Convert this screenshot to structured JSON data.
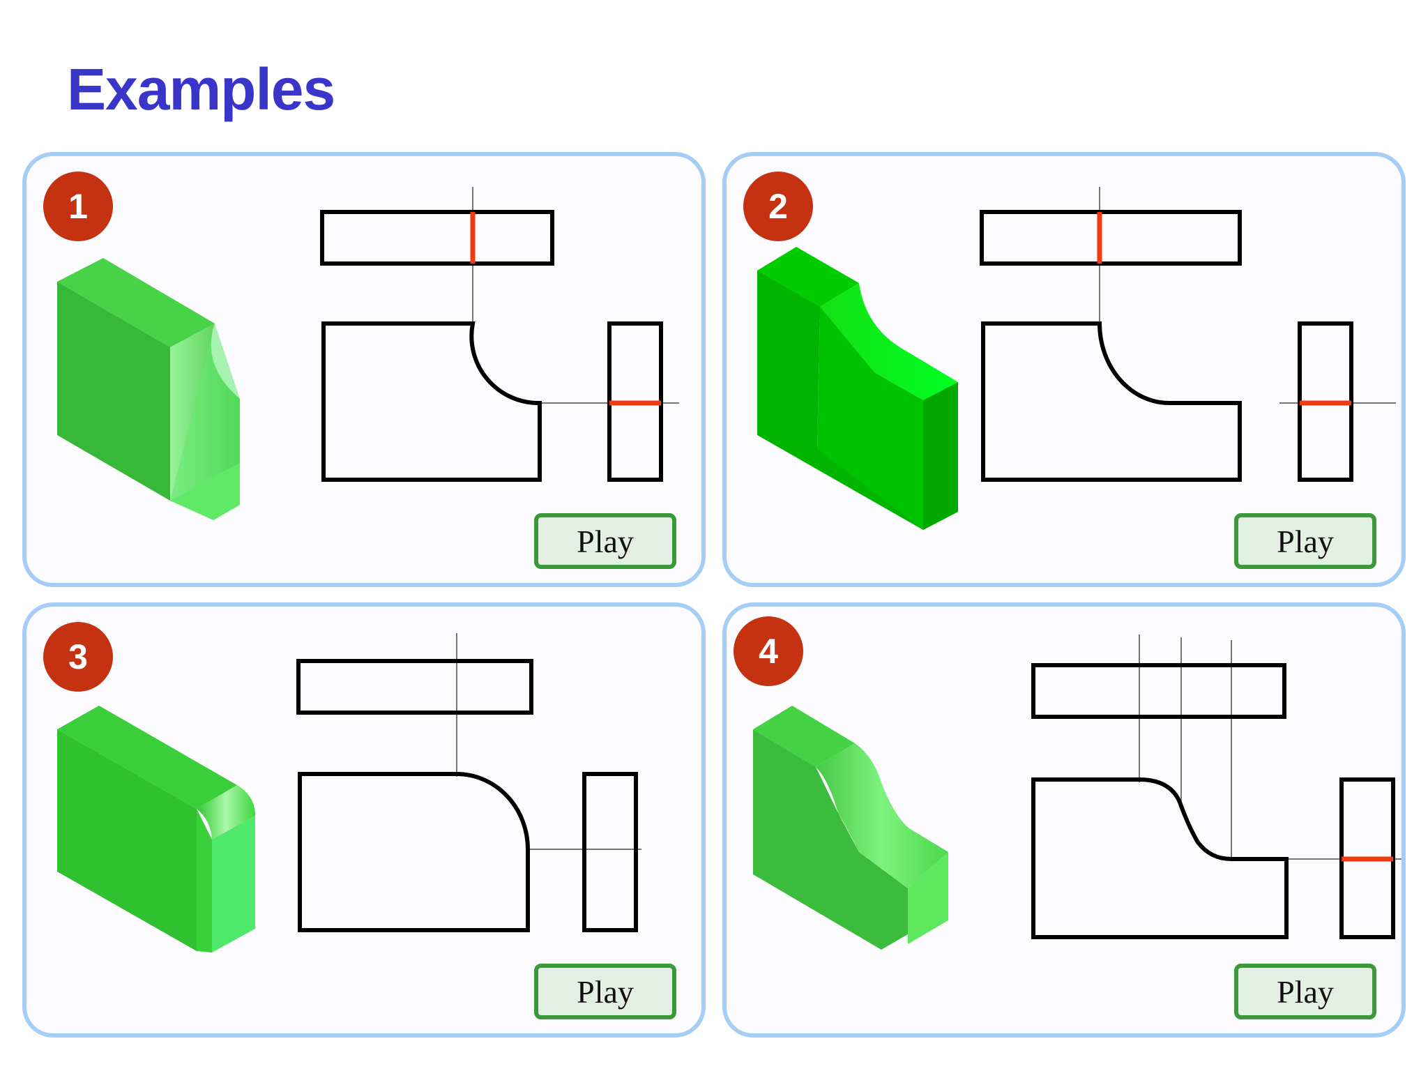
{
  "title": "Examples",
  "colors": {
    "title": "#3a35c9",
    "panel_border": "#a6cdf5",
    "badge": "#c43211",
    "play_border": "#3a9a3a",
    "play_fill": "#e2efe2",
    "highlight_line": "#f03a10",
    "solid_green": "#3cc43c"
  },
  "examples": [
    {
      "number": "1",
      "play_label": "Play"
    },
    {
      "number": "2",
      "play_label": "Play"
    },
    {
      "number": "3",
      "play_label": "Play"
    },
    {
      "number": "4",
      "play_label": "Play"
    }
  ]
}
